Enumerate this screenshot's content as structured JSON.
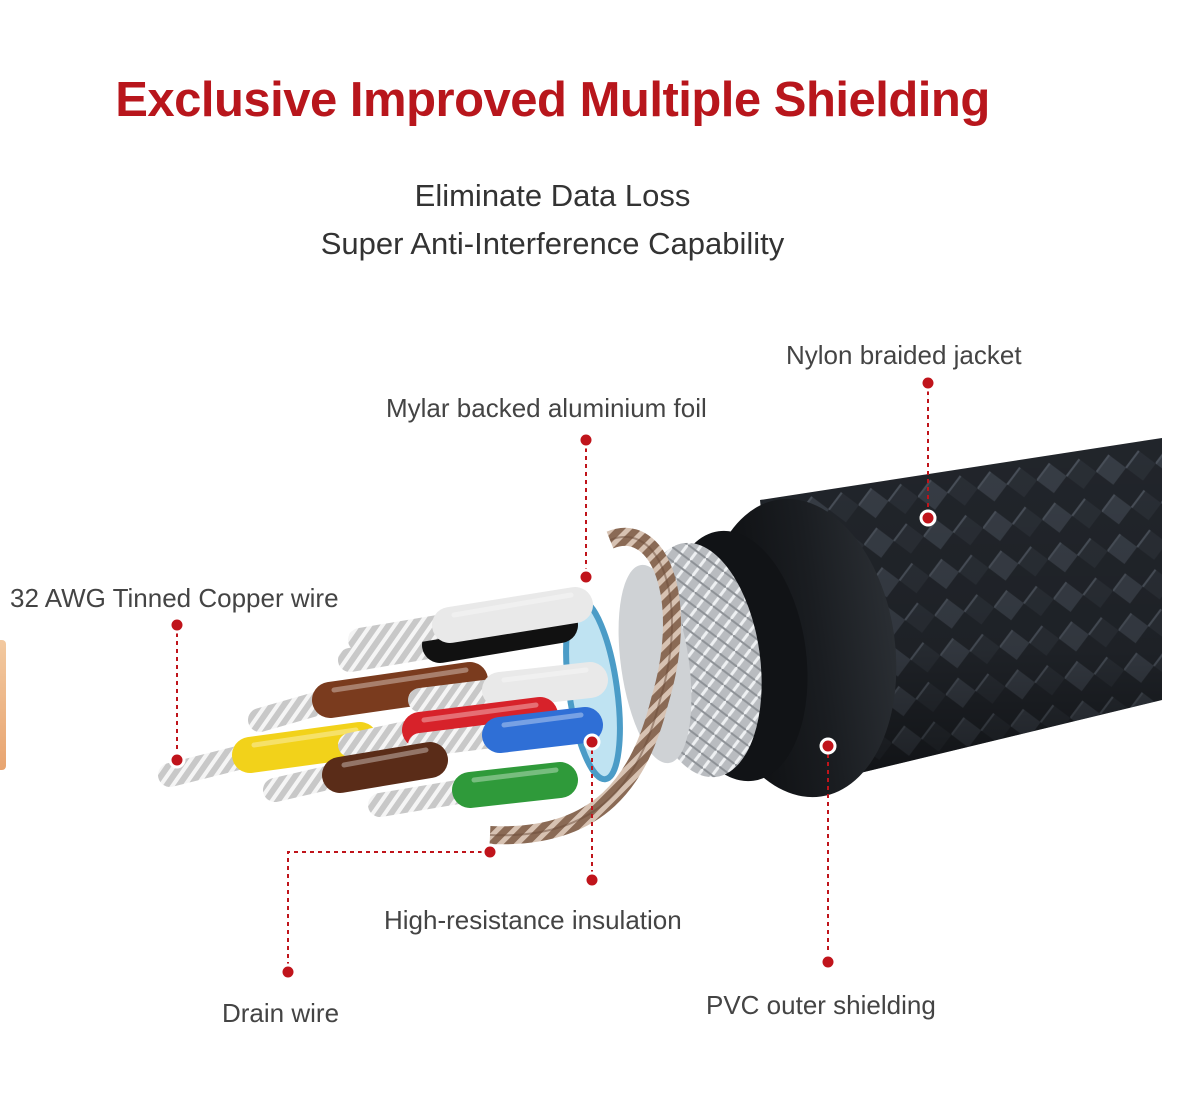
{
  "header": {
    "title": "Exclusive Improved Multiple Shielding",
    "subtitle_line1": "Eliminate Data Loss",
    "subtitle_line2": "Super Anti-Interference Capability"
  },
  "callouts": {
    "nylon_jacket": "Nylon braided jacket",
    "mylar_foil": "Mylar backed aluminium foil",
    "copper_wire": "32 AWG Tinned Copper wire",
    "insulation": "High-resistance insulation",
    "drain_wire": "Drain wire",
    "pvc_shielding": "PVC outer shielding"
  },
  "colors": {
    "title": "#b8161c",
    "callout_dot": "#c0141b",
    "jacket": "#1f2328",
    "wire_core_colors": [
      "#f2d21a",
      "#7a3b1e",
      "#d7222a",
      "#2f6fd6",
      "#2f9a3a",
      "#5a2c18",
      "#e9e9e9",
      "#111111"
    ]
  }
}
